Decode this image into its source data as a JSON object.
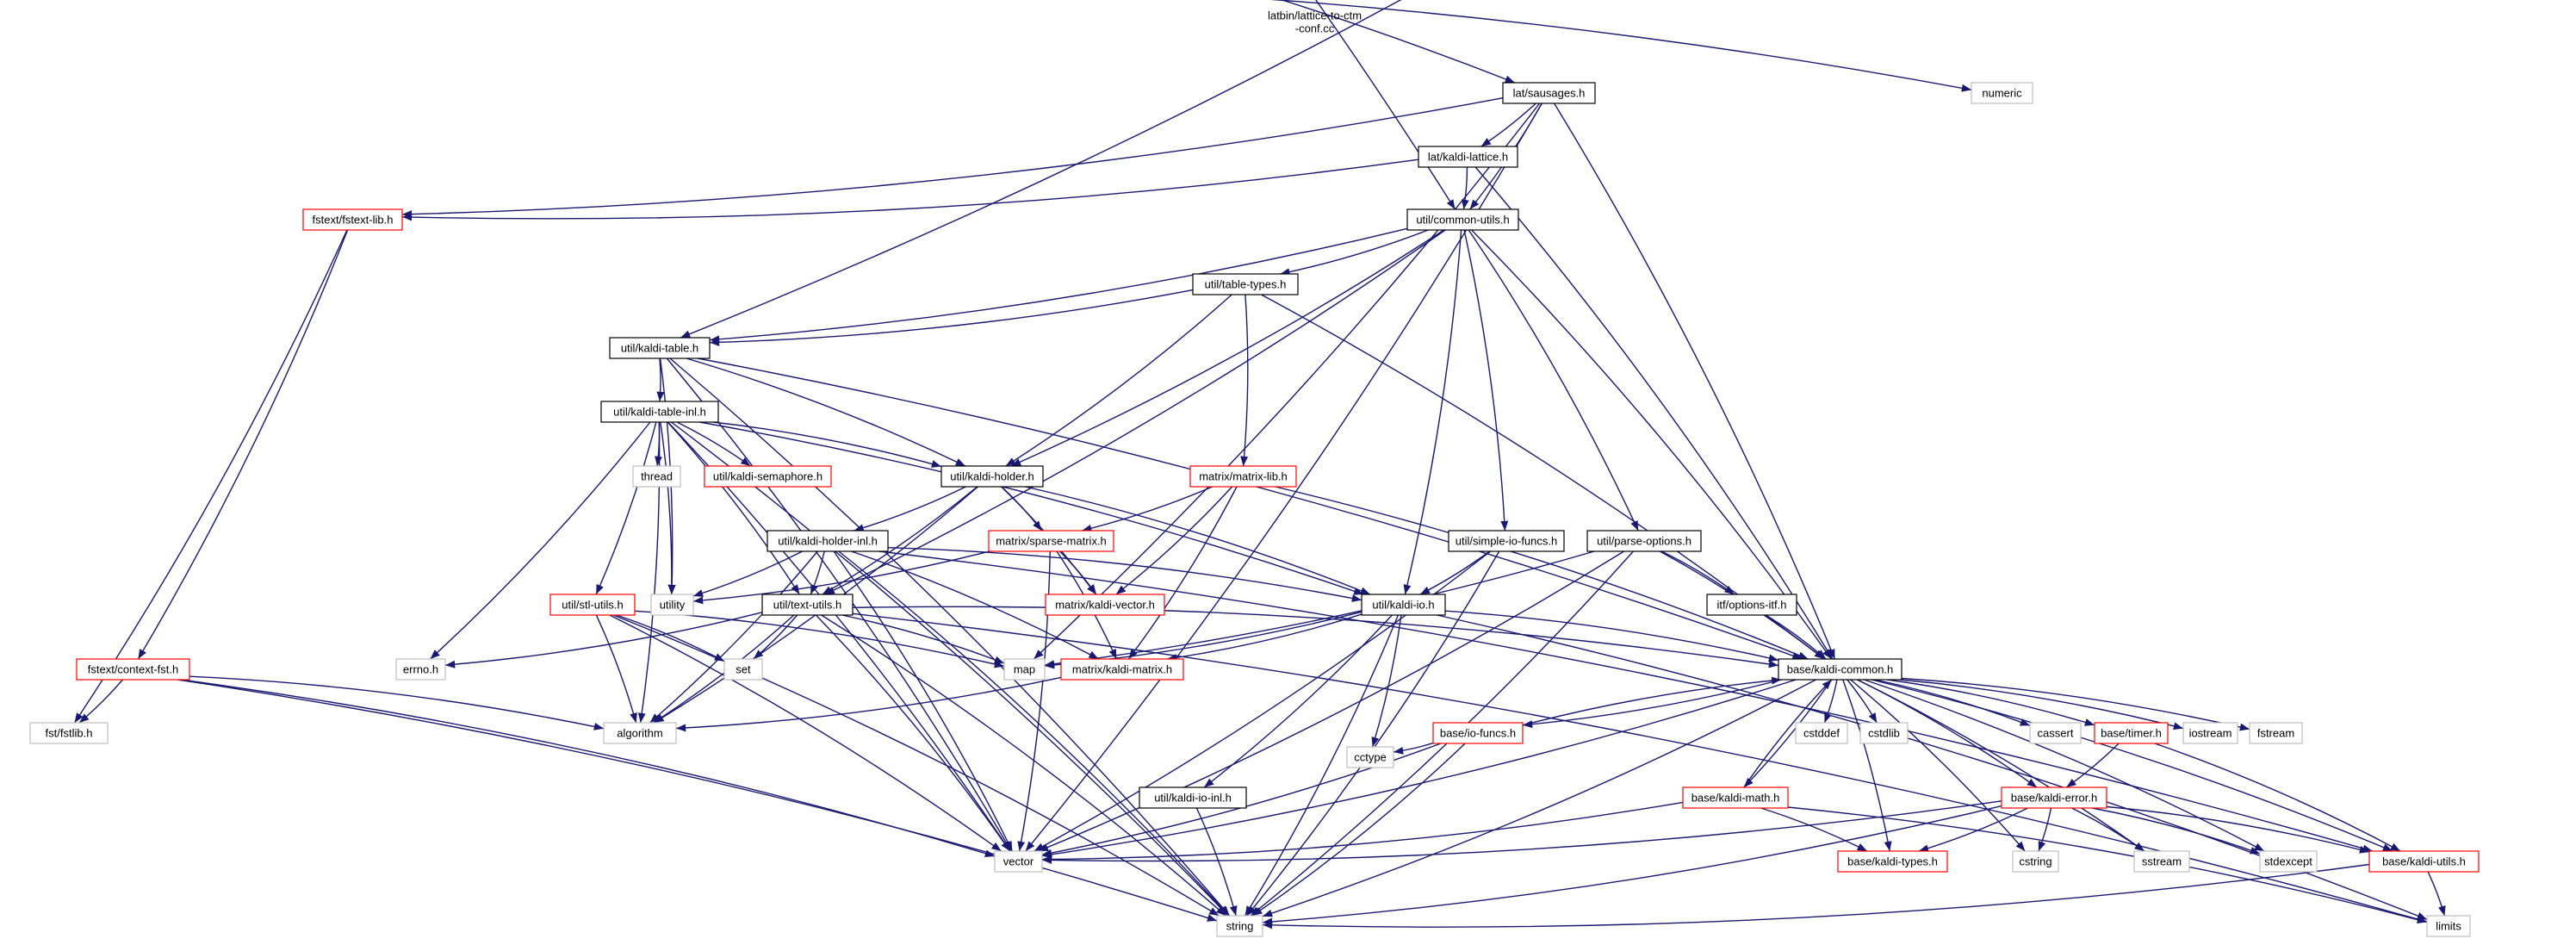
{
  "colors": {
    "edge": "#191970",
    "node_border_black": "#000000",
    "node_border_red": "#ff0000",
    "node_border_gray": "#bfbfbf",
    "root_fill": "#bfbfbf",
    "node_fill": "#ffffff",
    "text": "#000000"
  },
  "nodes": [
    {
      "id": "root",
      "lines": [
        "latbin/lattice-to-ctm",
        "-conf.cc"
      ],
      "style": "root"
    },
    {
      "id": "sausages",
      "lines": [
        "lat/sausages.h"
      ],
      "style": "black"
    },
    {
      "id": "numeric",
      "lines": [
        "numeric"
      ],
      "style": "gray"
    },
    {
      "id": "kaldilattice",
      "lines": [
        "lat/kaldi-lattice.h"
      ],
      "style": "black"
    },
    {
      "id": "fstextlib",
      "lines": [
        "fstext/fstext-lib.h"
      ],
      "style": "red"
    },
    {
      "id": "commonutils",
      "lines": [
        "util/common-utils.h"
      ],
      "style": "black"
    },
    {
      "id": "tabletypes",
      "lines": [
        "util/table-types.h"
      ],
      "style": "black"
    },
    {
      "id": "kalditable",
      "lines": [
        "util/kaldi-table.h"
      ],
      "style": "black"
    },
    {
      "id": "kalditableinl",
      "lines": [
        "util/kaldi-table-inl.h"
      ],
      "style": "black"
    },
    {
      "id": "thread",
      "lines": [
        "thread"
      ],
      "style": "gray"
    },
    {
      "id": "semaphore",
      "lines": [
        "util/kaldi-semaphore.h"
      ],
      "style": "red"
    },
    {
      "id": "holder",
      "lines": [
        "util/kaldi-holder.h"
      ],
      "style": "black"
    },
    {
      "id": "matrixlib",
      "lines": [
        "matrix/matrix-lib.h"
      ],
      "style": "red"
    },
    {
      "id": "simpleio",
      "lines": [
        "util/simple-io-funcs.h"
      ],
      "style": "black"
    },
    {
      "id": "parseopts",
      "lines": [
        "util/parse-options.h"
      ],
      "style": "black"
    },
    {
      "id": "holderinl",
      "lines": [
        "util/kaldi-holder-inl.h"
      ],
      "style": "black"
    },
    {
      "id": "sparse",
      "lines": [
        "matrix/sparse-matrix.h"
      ],
      "style": "red"
    },
    {
      "id": "stlutils",
      "lines": [
        "util/stl-utils.h"
      ],
      "style": "red"
    },
    {
      "id": "utility",
      "lines": [
        "utility"
      ],
      "style": "gray"
    },
    {
      "id": "textutils",
      "lines": [
        "util/text-utils.h"
      ],
      "style": "black"
    },
    {
      "id": "kaldivector",
      "lines": [
        "matrix/kaldi-vector.h"
      ],
      "style": "red"
    },
    {
      "id": "kaldiio",
      "lines": [
        "util/kaldi-io.h"
      ],
      "style": "black"
    },
    {
      "id": "optionsitf",
      "lines": [
        "itf/options-itf.h"
      ],
      "style": "black"
    },
    {
      "id": "contextfst",
      "lines": [
        "fstext/context-fst.h"
      ],
      "style": "red"
    },
    {
      "id": "errno",
      "lines": [
        "errno.h"
      ],
      "style": "gray"
    },
    {
      "id": "set",
      "lines": [
        "set"
      ],
      "style": "gray"
    },
    {
      "id": "map",
      "lines": [
        "map"
      ],
      "style": "gray"
    },
    {
      "id": "kaldimatrix",
      "lines": [
        "matrix/kaldi-matrix.h"
      ],
      "style": "red"
    },
    {
      "id": "kaldicommon",
      "lines": [
        "base/kaldi-common.h"
      ],
      "style": "black"
    },
    {
      "id": "fstlib",
      "lines": [
        "fst/fstlib.h"
      ],
      "style": "gray"
    },
    {
      "id": "algorithm",
      "lines": [
        "algorithm"
      ],
      "style": "gray"
    },
    {
      "id": "iofuncs",
      "lines": [
        "base/io-funcs.h"
      ],
      "style": "red"
    },
    {
      "id": "cstddef",
      "lines": [
        "cstddef"
      ],
      "style": "gray"
    },
    {
      "id": "cstdlib",
      "lines": [
        "cstdlib"
      ],
      "style": "gray"
    },
    {
      "id": "cassert",
      "lines": [
        "cassert"
      ],
      "style": "gray"
    },
    {
      "id": "timer",
      "lines": [
        "base/timer.h"
      ],
      "style": "red"
    },
    {
      "id": "iostream",
      "lines": [
        "iostream"
      ],
      "style": "gray"
    },
    {
      "id": "fstream",
      "lines": [
        "fstream"
      ],
      "style": "gray"
    },
    {
      "id": "cctype",
      "lines": [
        "cctype"
      ],
      "style": "gray"
    },
    {
      "id": "kaldiioinl",
      "lines": [
        "util/kaldi-io-inl.h"
      ],
      "style": "black"
    },
    {
      "id": "kaldimath",
      "lines": [
        "base/kaldi-math.h"
      ],
      "style": "red"
    },
    {
      "id": "kaldierror",
      "lines": [
        "base/kaldi-error.h"
      ],
      "style": "red"
    },
    {
      "id": "vector",
      "lines": [
        "vector"
      ],
      "style": "gray"
    },
    {
      "id": "kalditypes",
      "lines": [
        "base/kaldi-types.h"
      ],
      "style": "red"
    },
    {
      "id": "cstring",
      "lines": [
        "cstring"
      ],
      "style": "gray"
    },
    {
      "id": "sstream",
      "lines": [
        "sstream"
      ],
      "style": "gray"
    },
    {
      "id": "stdexcept",
      "lines": [
        "stdexcept"
      ],
      "style": "gray"
    },
    {
      "id": "kaldiutils",
      "lines": [
        "base/kaldi-utils.h"
      ],
      "style": "red"
    },
    {
      "id": "string",
      "lines": [
        "string"
      ],
      "style": "gray"
    },
    {
      "id": "limits",
      "lines": [
        "limits"
      ],
      "style": "gray"
    }
  ],
  "edges": [
    [
      "root",
      "sausages"
    ],
    [
      "root",
      "numeric"
    ],
    [
      "root",
      "commonutils"
    ],
    [
      "root",
      "kalditable"
    ],
    [
      "sausages",
      "kaldilattice"
    ],
    [
      "sausages",
      "fstextlib"
    ],
    [
      "sausages",
      "commonutils"
    ],
    [
      "sausages",
      "kaldicommon"
    ],
    [
      "sausages",
      "vector"
    ],
    [
      "sausages",
      "map"
    ],
    [
      "kaldilattice",
      "fstextlib"
    ],
    [
      "kaldilattice",
      "commonutils"
    ],
    [
      "kaldilattice",
      "kaldicommon"
    ],
    [
      "fstextlib",
      "contextfst"
    ],
    [
      "fstextlib",
      "fstlib"
    ],
    [
      "commonutils",
      "tabletypes"
    ],
    [
      "commonutils",
      "kalditable"
    ],
    [
      "commonutils",
      "holder"
    ],
    [
      "commonutils",
      "simpleio"
    ],
    [
      "commonutils",
      "parseopts"
    ],
    [
      "commonutils",
      "kaldiio"
    ],
    [
      "commonutils",
      "textutils"
    ],
    [
      "commonutils",
      "kaldicommon"
    ],
    [
      "tabletypes",
      "kalditable"
    ],
    [
      "tabletypes",
      "holder"
    ],
    [
      "tabletypes",
      "matrixlib"
    ],
    [
      "tabletypes",
      "kaldicommon"
    ],
    [
      "kalditable",
      "kalditableinl"
    ],
    [
      "kalditable",
      "holder"
    ],
    [
      "kalditable",
      "kaldicommon"
    ],
    [
      "kalditable",
      "utility"
    ],
    [
      "kalditable",
      "vector"
    ],
    [
      "kalditable",
      "string"
    ],
    [
      "kalditableinl",
      "thread"
    ],
    [
      "kalditableinl",
      "semaphore"
    ],
    [
      "kalditableinl",
      "holder"
    ],
    [
      "kalditableinl",
      "stlutils"
    ],
    [
      "kalditableinl",
      "textutils"
    ],
    [
      "kalditableinl",
      "kaldiio"
    ],
    [
      "kalditableinl",
      "errno"
    ],
    [
      "kalditableinl",
      "algorithm"
    ],
    [
      "kalditableinl",
      "utility"
    ],
    [
      "kalditableinl",
      "vector"
    ],
    [
      "kalditableinl",
      "string"
    ],
    [
      "holder",
      "holderinl"
    ],
    [
      "holder",
      "sparse"
    ],
    [
      "holder",
      "kaldivector"
    ],
    [
      "holder",
      "kaldiio"
    ],
    [
      "holder",
      "textutils"
    ],
    [
      "holder",
      "algorithm"
    ],
    [
      "matrixlib",
      "sparse"
    ],
    [
      "matrixlib",
      "kaldivector"
    ],
    [
      "matrixlib",
      "kaldimatrix"
    ],
    [
      "matrixlib",
      "kaldicommon"
    ],
    [
      "simpleio",
      "kaldiio"
    ],
    [
      "simpleio",
      "vector"
    ],
    [
      "simpleio",
      "string"
    ],
    [
      "parseopts",
      "optionsitf"
    ],
    [
      "parseopts",
      "kaldicommon"
    ],
    [
      "parseopts",
      "map"
    ],
    [
      "parseopts",
      "vector"
    ],
    [
      "parseopts",
      "string"
    ],
    [
      "holderinl",
      "kaldiio"
    ],
    [
      "holderinl",
      "textutils"
    ],
    [
      "holderinl",
      "kaldimatrix"
    ],
    [
      "holderinl",
      "kaldiutils"
    ],
    [
      "holderinl",
      "utility"
    ],
    [
      "holderinl",
      "algorithm"
    ],
    [
      "holderinl",
      "vector"
    ],
    [
      "holderinl",
      "string"
    ],
    [
      "sparse",
      "kaldivector"
    ],
    [
      "sparse",
      "kaldimatrix"
    ],
    [
      "sparse",
      "utility"
    ],
    [
      "sparse",
      "vector"
    ],
    [
      "stlutils",
      "set"
    ],
    [
      "stlutils",
      "algorithm"
    ],
    [
      "stlutils",
      "map"
    ],
    [
      "stlutils",
      "vector"
    ],
    [
      "stlutils",
      "string"
    ],
    [
      "textutils",
      "kaldicommon"
    ],
    [
      "textutils",
      "errno"
    ],
    [
      "textutils",
      "set"
    ],
    [
      "textutils",
      "map"
    ],
    [
      "textutils",
      "algorithm"
    ],
    [
      "textutils",
      "vector"
    ],
    [
      "textutils",
      "string"
    ],
    [
      "textutils",
      "limits"
    ],
    [
      "kaldiio",
      "kaldicommon"
    ],
    [
      "kaldiio",
      "kaldiioinl"
    ],
    [
      "kaldiio",
      "kaldimatrix"
    ],
    [
      "kaldiio",
      "cctype"
    ],
    [
      "kaldiio",
      "map"
    ],
    [
      "kaldiio",
      "string"
    ],
    [
      "kaldiio",
      "limits"
    ],
    [
      "optionsitf",
      "kaldicommon"
    ],
    [
      "contextfst",
      "fstlib"
    ],
    [
      "contextfst",
      "algorithm"
    ],
    [
      "contextfst",
      "vector"
    ],
    [
      "contextfst",
      "string"
    ],
    [
      "kaldimatrix",
      "algorithm"
    ],
    [
      "kaldicommon",
      "iofuncs"
    ],
    [
      "kaldicommon",
      "cstddef"
    ],
    [
      "kaldicommon",
      "cstdlib"
    ],
    [
      "kaldicommon",
      "cassert"
    ],
    [
      "kaldicommon",
      "timer"
    ],
    [
      "kaldicommon",
      "iostream"
    ],
    [
      "kaldicommon",
      "fstream"
    ],
    [
      "kaldicommon",
      "kaldimath"
    ],
    [
      "kaldicommon",
      "kaldierror"
    ],
    [
      "kaldicommon",
      "kalditypes"
    ],
    [
      "kaldicommon",
      "kaldiutils"
    ],
    [
      "kaldicommon",
      "cstring"
    ],
    [
      "kaldicommon",
      "sstream"
    ],
    [
      "kaldicommon",
      "stdexcept"
    ],
    [
      "kaldicommon",
      "vector"
    ],
    [
      "kaldicommon",
      "string"
    ],
    [
      "iofuncs",
      "kaldicommon"
    ],
    [
      "iofuncs",
      "cctype"
    ],
    [
      "iofuncs",
      "vector"
    ],
    [
      "iofuncs",
      "string"
    ],
    [
      "timer",
      "kaldierror"
    ],
    [
      "timer",
      "kaldiutils"
    ],
    [
      "kaldiioinl",
      "string"
    ],
    [
      "kaldimath",
      "kaldicommon"
    ],
    [
      "kaldimath",
      "kalditypes"
    ],
    [
      "kaldimath",
      "vector"
    ],
    [
      "kaldimath",
      "limits"
    ],
    [
      "kaldierror",
      "kalditypes"
    ],
    [
      "kaldierror",
      "kaldiutils"
    ],
    [
      "kaldierror",
      "cstring"
    ],
    [
      "kaldierror",
      "sstream"
    ],
    [
      "kaldierror",
      "stdexcept"
    ],
    [
      "kaldierror",
      "vector"
    ],
    [
      "kaldierror",
      "string"
    ],
    [
      "kaldiutils",
      "limits"
    ],
    [
      "kaldiutils",
      "string"
    ]
  ]
}
